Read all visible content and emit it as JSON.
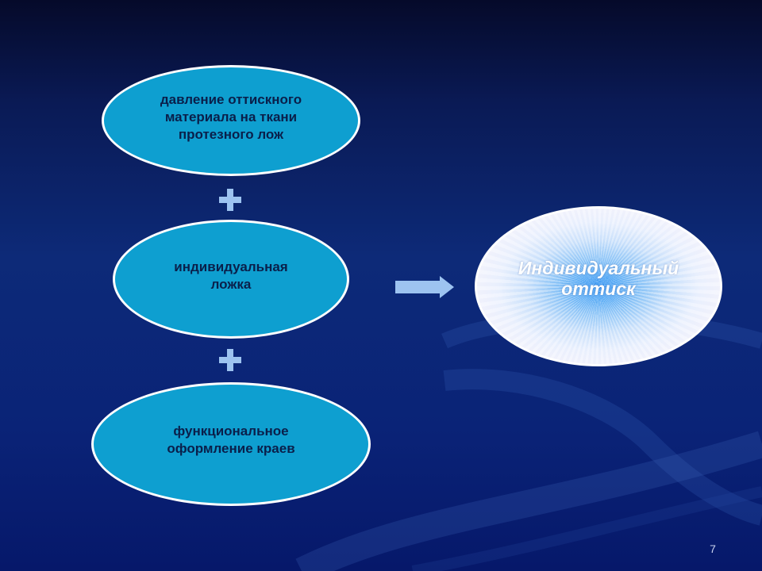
{
  "slide": {
    "page_number": "7"
  },
  "diagram": {
    "nodes": [
      {
        "id": "node-1",
        "label": "давление оттискного\nматериала на ткани\nпротезного лож"
      },
      {
        "id": "node-2",
        "label": "индивидуальная\nложка"
      },
      {
        "id": "node-3",
        "label": "функциональное\nоформление краев"
      }
    ],
    "result": {
      "label": "Индивидуальный\nоттиск"
    },
    "connectors": {
      "between_nodes": "plus-icon",
      "to_result": "right-arrow-icon"
    }
  },
  "colors": {
    "node_fill": "#0e9fd0",
    "node_border": "#ffffff",
    "node_text": "#0a1f4a",
    "connector": "#9dc3f0",
    "result_text": "#ffffff"
  }
}
